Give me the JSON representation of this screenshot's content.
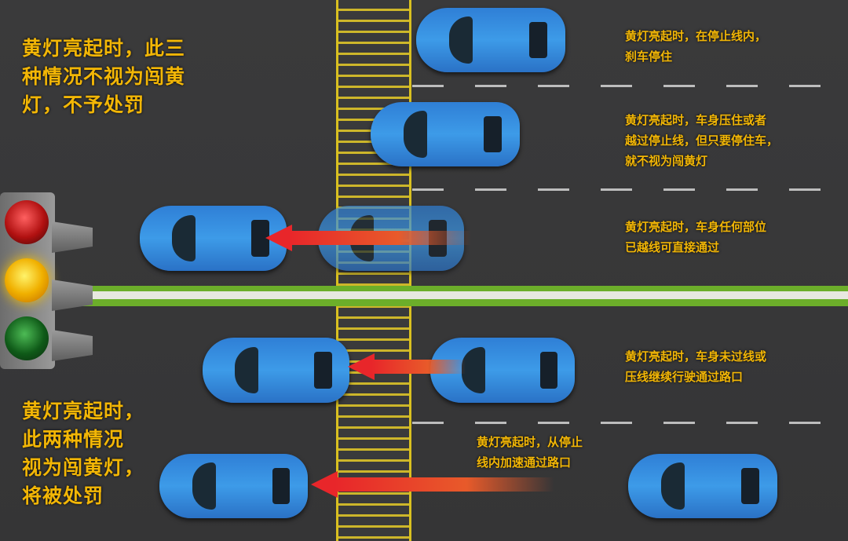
{
  "left_notes": {
    "not_violation": [
      "黄灯亮起时，此三",
      "种情况不视为闯黄",
      "灯，不予处罚"
    ],
    "violation": [
      "黄灯亮起时，",
      "此两种情况",
      "视为闯黄灯，",
      "将被处罚"
    ]
  },
  "right_notes": [
    [
      "黄灯亮起时，在停止线内，",
      "刹车停住"
    ],
    [
      "黄灯亮起时，车身压住或者",
      "越过停止线，但只要停住车，",
      "就不视为闯黄灯"
    ],
    [
      "黄灯亮起时，车身任何部位",
      "已越线可直接通过"
    ],
    [
      "黄灯亮起时，车身未过线或",
      "压线继续行驶通过路口"
    ],
    [
      "黄灯亮起时，从停止",
      "线内加速通过路口"
    ]
  ],
  "traffic_light": {
    "active": "yellow",
    "lamps": [
      "red",
      "yellow",
      "green"
    ]
  },
  "colors": {
    "text": "#f2b606",
    "car": "#3d9be8",
    "arrow": "#e8262a",
    "asphalt": "#3a3a3b",
    "crosswalk": "#cdb62a"
  }
}
